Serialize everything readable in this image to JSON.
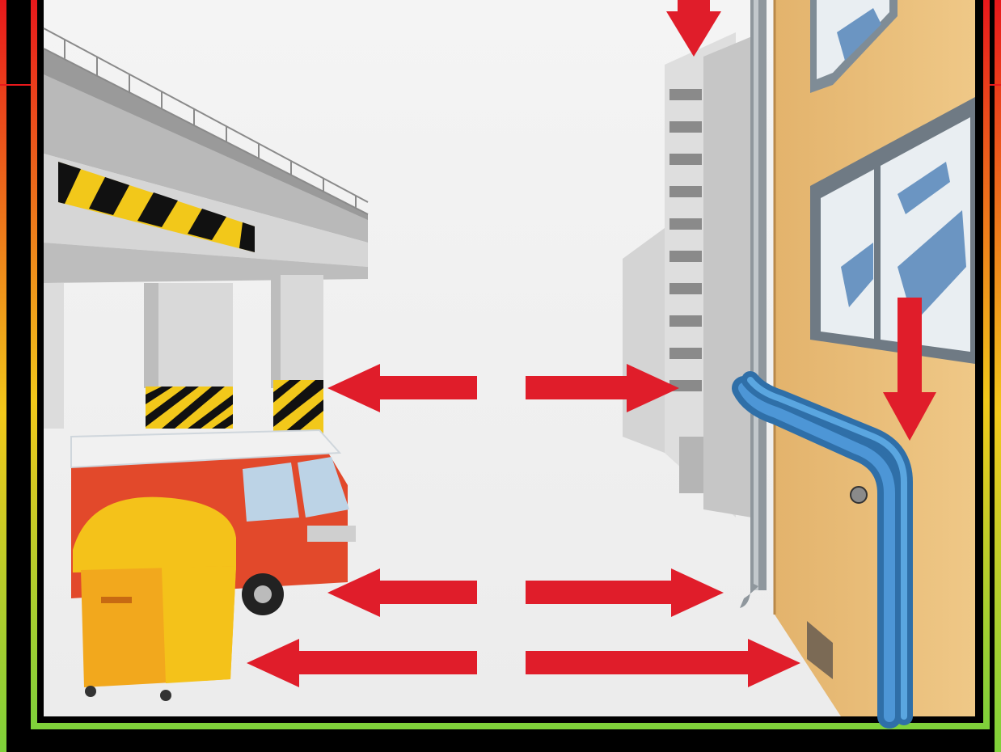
{
  "scene": {
    "colors": {
      "background": "#000000",
      "frame_gradient_top": "#e8181b",
      "frame_gradient_mid": "#f2c81a",
      "frame_gradient_bottom": "#7ed13a",
      "inner_frame": "#7ed13a",
      "sky": "#f2f2f2",
      "ground": "#f5f5f5",
      "arrow": "#e01d2a",
      "wall": "#e9c07a",
      "pipe": "#2f7fbf",
      "truck": "#e2492b",
      "bin": "#f2a81d",
      "hazard_yellow": "#f2c81a",
      "concrete": "#c8c8c8"
    },
    "icons": [
      "overpass",
      "hazard-stripes",
      "truck",
      "waste-bin",
      "tall-building",
      "drainpipe",
      "water-pipe",
      "window",
      "danger-arrow"
    ]
  }
}
